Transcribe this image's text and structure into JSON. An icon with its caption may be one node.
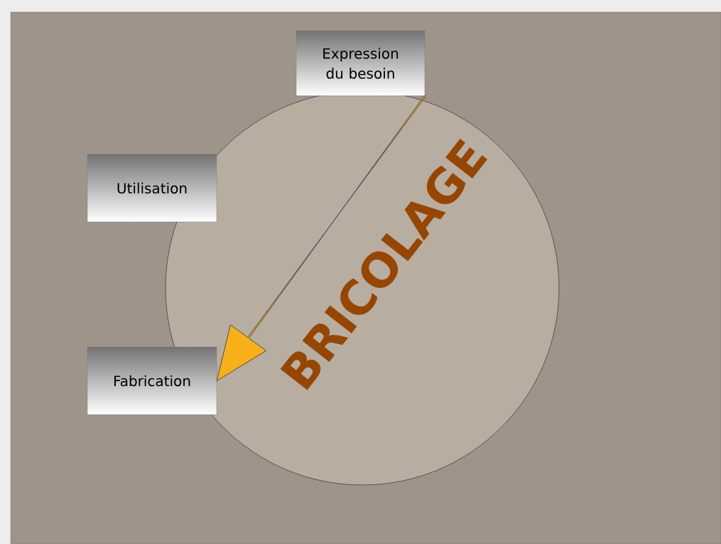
{
  "diagram": {
    "nodes": [
      {
        "text": [
          "Expression du besoin"
        ]
      },
      {
        "text": [
          "Utilisation"
        ]
      },
      {
        "text": [
          "Fabrication"
        ]
      }
    ],
    "edges": [
      {
        "from": 0,
        "to": 2,
        "arrow": "to",
        "label": "BRICOLAGE"
      }
    ]
  }
}
